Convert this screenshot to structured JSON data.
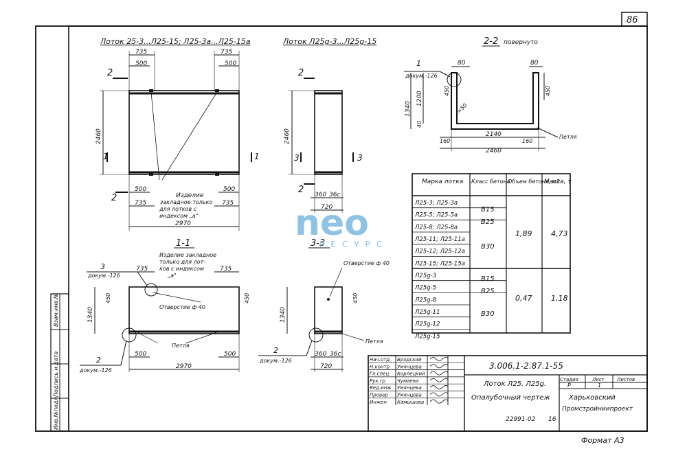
{
  "page_number": "86",
  "views": {
    "main_title": "Лоток 25-3...Л25-15; Л25-3а...Л25-15а",
    "small_title": "Лоток Л25g-3...Л25g-15",
    "sec22_title": "2-2",
    "sec22_sub": "повернуто",
    "sec11_title": "1-1",
    "sec33_title": "3-3"
  },
  "dims": {
    "d735": "735",
    "d500": "500",
    "d2460": "2460",
    "d2970": "2970",
    "d360": "360",
    "d36c": "36с",
    "d720": "720",
    "d80": "80",
    "d450": "450",
    "d1200": "1200",
    "d1340": "1340",
    "d40": "40",
    "d160": "160",
    "d2140": "2140",
    "r50": "r=50",
    "n1": "1",
    "n2": "2",
    "n3": "3"
  },
  "notes": {
    "izdelie": "Изделие",
    "zaklad1": "закладное только",
    "zaklad2": "для лотков с",
    "zaklad3": "индексом „а\"",
    "sec11_n1": "Изделие закладное",
    "sec11_n2": "только для лот-",
    "sec11_n3": "ков с индексом",
    "sec11_n4": "„а\"",
    "otverstie": "Отверстие ф 40",
    "petlya": "Петля",
    "dokum": "докум.-126"
  },
  "table": {
    "headers": [
      "Марка лотка",
      "Класс бетона",
      "Объем бетона, м3",
      "Масса, т"
    ],
    "rows": [
      "Л25-3; Л25-3а",
      "Л25-5; Л25-5а",
      "Л25-8; Л25-8а",
      "Л25-11; Л25-11а",
      "Л25-12; Л25-12а",
      "Л25-15; Л25-15а",
      "Л25g-3",
      "Л25g-5",
      "Л25g-8",
      "Л25g-11",
      "Л25g-12",
      "Л25g-15"
    ],
    "class_a": "В15",
    "class_b": "В25",
    "class_c": "В30",
    "class_d": "В15",
    "class_e": "В25",
    "class_f": "В30",
    "vol_1": "1,89",
    "mass_1": "4,73",
    "vol_2": "0,47",
    "mass_2": "1,18"
  },
  "stamp": {
    "code": "3.006.1-2.87.1-55",
    "roles": [
      "Нач.отд",
      "Н.контр",
      "Гл.спец",
      "Рук.гр",
      "Вед.инж",
      "Провер",
      "Инжен"
    ],
    "names": [
      "Бродский",
      "Умянцева",
      "Корлецкий",
      "Чумаева",
      "Умянцева",
      "Умянцева",
      "Камышова"
    ],
    "product": "Лоток Л25, Л25g.",
    "sheet_name": "Опалубочный чертеж",
    "h_stage": "Стадия",
    "h_sheet": "Лист",
    "h_sheets": "Листов",
    "v_stage": "Р",
    "v_sheet": "1",
    "org1": "Харьковский",
    "org2": "Промстройниипроект"
  },
  "side_stamp": [
    "Инв.№подл.",
    "Подпись и дата",
    "Взам.инв.№"
  ],
  "bottom": {
    "num": "22991-02",
    "n16": "16",
    "format": "Формат А3"
  },
  "watermark": {
    "main": "neo",
    "sub": "РЕСУРС"
  }
}
